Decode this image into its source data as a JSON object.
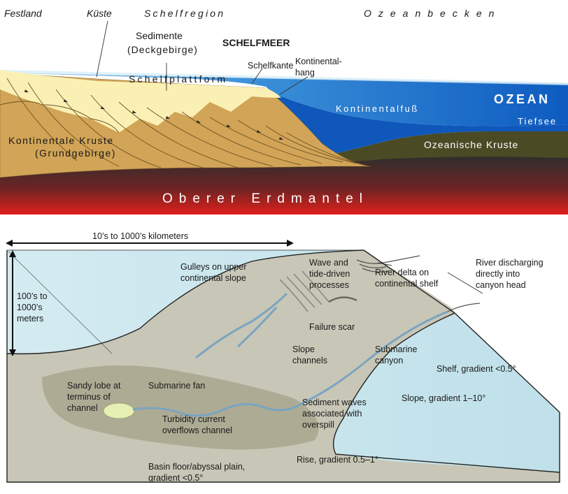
{
  "top": {
    "header": {
      "festland": "Festland",
      "kueste": "Küste",
      "schelfregion": "Schelfregion",
      "ozeanbecken": "Ozeanbecken"
    },
    "labels": {
      "sedimente_1": "Sedimente",
      "sedimente_2": "(Deckgebirge)",
      "schelfmeer": "SCHELFMEER",
      "schelfkante": "Schelfkante",
      "kontinentalhang_1": "Kontinental-",
      "kontinentalhang_2": "hang",
      "schelfplattform": "Schelfplattform",
      "ozean": "OZEAN",
      "kontinentalfuss": "Kontinentalfuß",
      "tiefsee": "Tiefsee",
      "ozeanische_kruste": "Ozeanische Kruste",
      "kruste_1": "Kontinentale Kruste",
      "kruste_2": "(Grundgebirge)",
      "erdmantel": "Oberer Erdmantel"
    },
    "colors": {
      "sediment": "#fbf0b4",
      "continental_crust": "#d1a457",
      "ocean_light": "#a9d6ee",
      "ocean_deep": "#1565c0",
      "oceanic_crust": "#4a4a25",
      "mantle_top": "#2e2e2e",
      "mantle_bottom": "#e0201b"
    }
  },
  "bottom": {
    "scale": {
      "horizontal": "10’s to 1000’s kilometers",
      "vertical_1": "100’s to",
      "vertical_2": "1000’s",
      "vertical_3": "meters"
    },
    "labels": {
      "gulleys_1": "Gulleys on upper",
      "gulleys_2": "continental slope",
      "wave_1": "Wave and",
      "wave_2": "tide-driven",
      "wave_3": "processes",
      "delta_1": "River delta on",
      "delta_2": "continental shelf",
      "river_1": "River discharging",
      "river_2": "directly into",
      "river_3": "canyon head",
      "failure": "Failure scar",
      "slope_ch_1": "Slope",
      "slope_ch_2": "channels",
      "canyon_1": "Submarine",
      "canyon_2": "canyon",
      "shelf": "Shelf, gradient <0.5°",
      "slope": "Slope, gradient 1–10°",
      "rise": "Rise, gradient 0.5–1°",
      "basin_1": "Basin floor/abyssal plain,",
      "basin_2": "gradient <0.5°",
      "fan": "Submarine fan",
      "sandy_1": "Sandy lobe at",
      "sandy_2": "terminus of",
      "sandy_3": "channel",
      "sediment_waves_1": "Sediment waves",
      "sediment_waves_2": "associated with",
      "sediment_waves_3": "overspill",
      "turbidity_1": "Turbidity current",
      "turbidity_2": "overflows channel"
    },
    "colors": {
      "water": "#c9e4ec",
      "seafloor": "#c8c6b6",
      "fan": "#a6a48c",
      "lobe": "#e6f0b4"
    }
  }
}
